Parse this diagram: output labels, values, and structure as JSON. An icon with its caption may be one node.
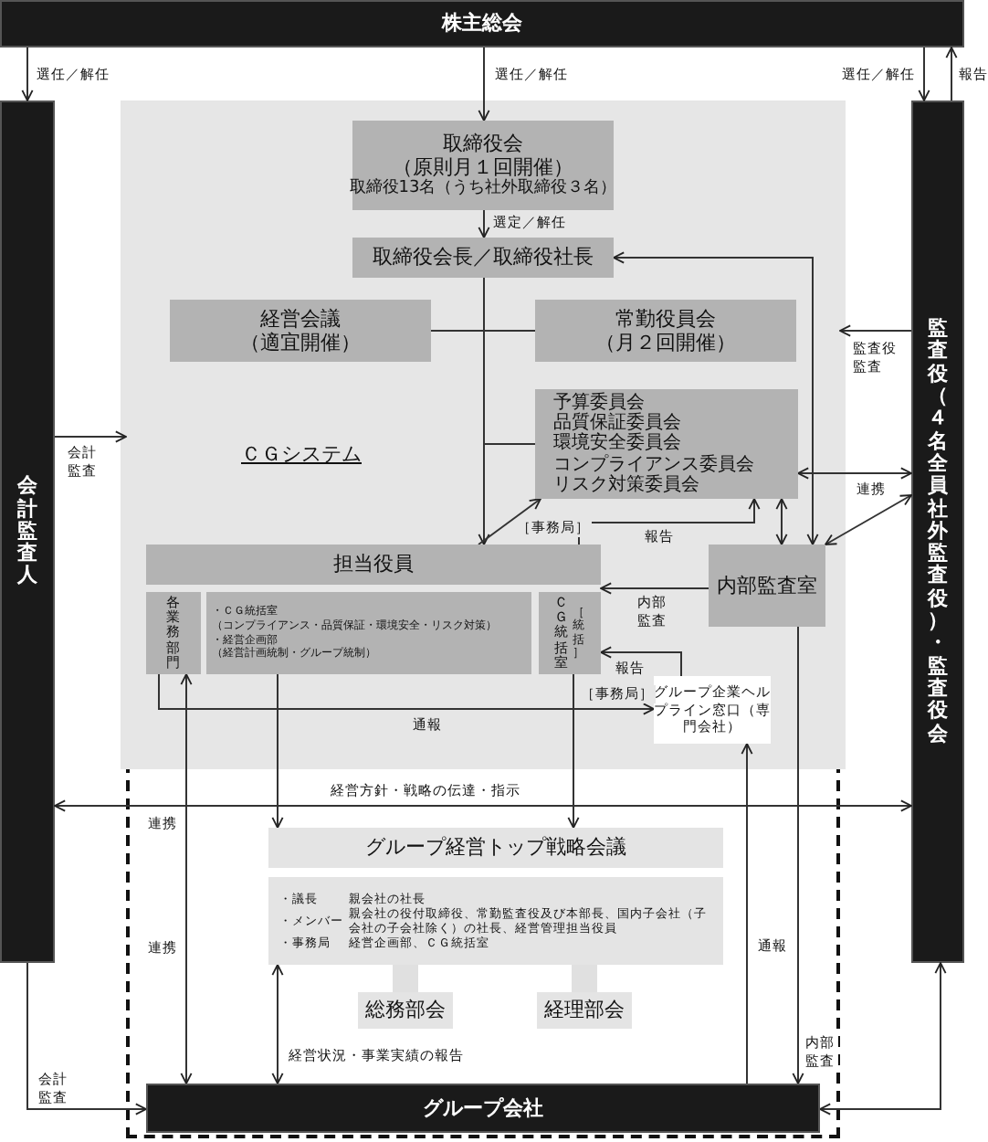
{
  "diagram": {
    "nodes": [
      {
        "text": [
          "株主総会"
        ]
      },
      {
        "text": [
          "会計監査人"
        ]
      },
      {
        "text": [
          "監査役（４名全員社外監査役）・監査役会"
        ]
      },
      {
        "text": [
          "ＣＧシステム"
        ]
      },
      {
        "text": [
          "取締役会",
          "（原則月１回開催）",
          "取締役13名（うち社外取締役３名）"
        ],
        "in": 3
      },
      {
        "text": [
          "取締役会長／取締役社長"
        ],
        "in": 3
      },
      {
        "text": [
          "経営会議",
          "（適宜開催）"
        ],
        "in": 3
      },
      {
        "text": [
          "常勤役員会",
          "（月２回開催）"
        ],
        "in": 3
      },
      {
        "text": [
          "予算委員会",
          "品質保証委員会",
          "環境安全委員会",
          "コンプライアンス委員会",
          "リスク対策委員会"
        ],
        "in": 3
      },
      {
        "text": [
          "担当役員"
        ],
        "in": 3
      },
      {
        "text": [
          "各業務部門"
        ],
        "in": 3
      },
      {
        "text": [
          "・ＣＧ統括室",
          "（コンプライアンス・品質保証・環境安全・リスク対策）",
          "・経営企画部",
          "（経営計画統制・グループ統制）"
        ],
        "in": 3
      },
      {
        "text": [
          "ＣＧ統括室",
          "［統括］"
        ],
        "in": 3
      },
      {
        "text": [
          "内部監査室"
        ],
        "in": 3
      },
      {
        "text": [
          "グループ企業ヘルプライン窓口（専門会社）"
        ],
        "in": 3
      },
      {
        "text": [
          "グループ経営トップ戦略会議"
        ],
        "in": 3
      },
      {
        "text": [
          "・議長",
          "親会社の社長",
          "・メンバー",
          "親会社の役付取締役、常勤監査役及び本部長、国内子会社（子会社の子会社除く）の社長、経営管理担当役員",
          "・事務局",
          "経営企画部、ＣＧ統括室"
        ],
        "in": 3
      },
      {
        "text": [
          "総務部会"
        ],
        "in": 3
      },
      {
        "text": [
          "経理部会"
        ],
        "in": 3
      },
      {
        "text": [
          "グループ会社"
        ],
        "in": 3
      }
    ],
    "edges": [
      {
        "from": 0,
        "to": 1,
        "arrow": "to",
        "label": "選任／解任"
      },
      {
        "from": 0,
        "to": 4,
        "arrow": "to",
        "label": "選任／解任"
      },
      {
        "from": 0,
        "to": 2,
        "arrow": "to",
        "label": "選任／解任"
      },
      {
        "from": 2,
        "to": 0,
        "arrow": "to",
        "label": "報告"
      },
      {
        "from": 4,
        "to": 5,
        "arrow": "to",
        "label": "選定／解任"
      },
      {
        "from": 5,
        "to": 9,
        "arrow": "to"
      },
      {
        "from": 6,
        "to": 7,
        "arrow": "none"
      },
      {
        "from": 5,
        "to": 8,
        "arrow": "none"
      },
      {
        "from": 13,
        "to": 5,
        "arrow": "both"
      },
      {
        "from": 2,
        "to": 3,
        "arrow": "to",
        "label": "監査役監査"
      },
      {
        "from": 8,
        "to": 2,
        "arrow": "both",
        "label": "連携"
      },
      {
        "from": 13,
        "to": 2,
        "arrow": "both"
      },
      {
        "from": 8,
        "to": 13,
        "arrow": "both"
      },
      {
        "from": 13,
        "to": 9,
        "arrow": "to",
        "label": "内部監査"
      },
      {
        "from": 9,
        "to": 8,
        "arrow": "to",
        "label": "［事務局］"
      },
      {
        "from": 9,
        "to": 8,
        "arrow": "to",
        "label": "報告"
      },
      {
        "from": 14,
        "to": 12,
        "arrow": "to",
        "label": "報告"
      },
      {
        "from": 10,
        "to": 14,
        "arrow": "to",
        "label": "通報"
      },
      {
        "from": 11,
        "to": 15,
        "arrow": "to"
      },
      {
        "from": 12,
        "to": 15,
        "arrow": "to"
      },
      {
        "from": 10,
        "to": 19,
        "arrow": "both"
      },
      {
        "from": 13,
        "to": 19,
        "arrow": "to",
        "label": "内部監査"
      },
      {
        "from": 19,
        "to": 14,
        "arrow": "to",
        "label": "通報"
      },
      {
        "from": 16,
        "to": 19,
        "arrow": "both",
        "label": "経営状況・事業実績の報告"
      },
      {
        "from": 1,
        "to": 3,
        "arrow": "to",
        "label": "会計監査"
      },
      {
        "from": 1,
        "to": 19,
        "arrow": "to",
        "label": "会計監査"
      },
      {
        "from": 2,
        "to": 19,
        "arrow": "both"
      },
      {
        "from": 1,
        "to": 2,
        "arrow": "both",
        "label": "経営方針・戦略の伝達・指示"
      },
      {
        "from": 16,
        "to": 17,
        "arrow": "none",
        "style": "thick",
        "color": "#e0e0e0"
      },
      {
        "from": 16,
        "to": 18,
        "arrow": "none",
        "style": "thick",
        "color": "#e0e0e0"
      }
    ],
    "labels": [
      "［事務局］",
      "連携",
      "連携"
    ]
  }
}
